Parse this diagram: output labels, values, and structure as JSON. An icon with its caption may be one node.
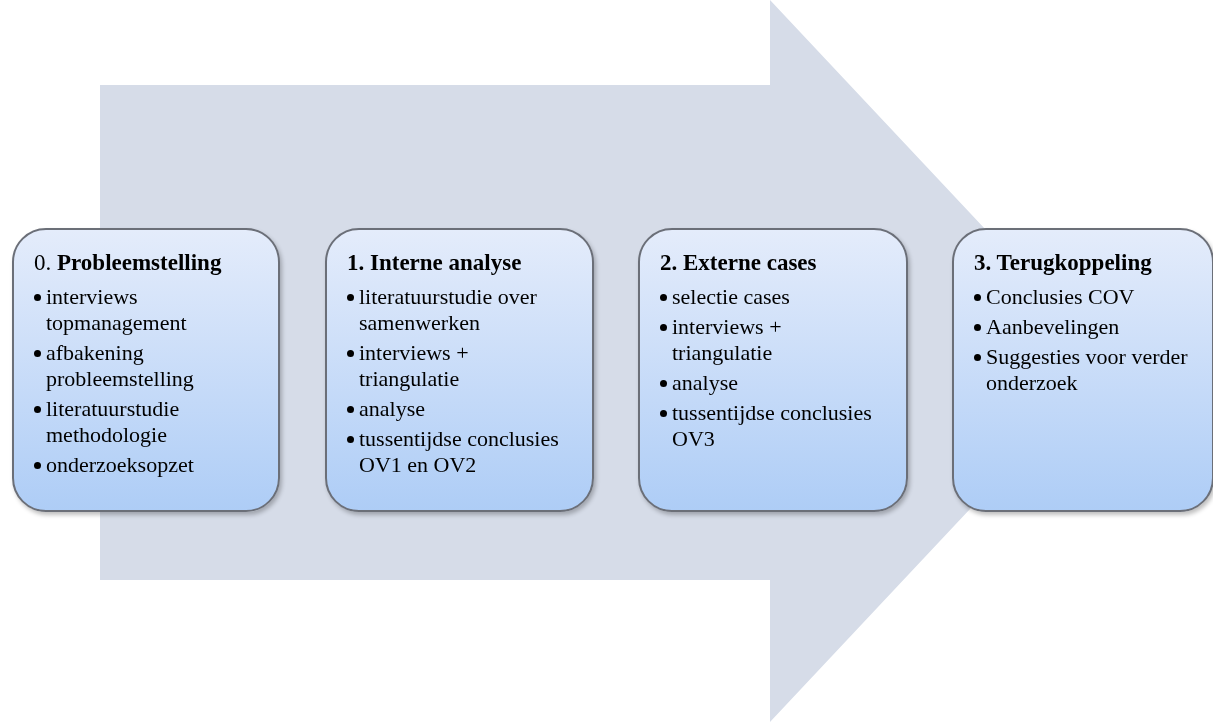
{
  "diagram": {
    "nodes": [
      {
        "text": [
          "0. **Probleemstelling**",
          "interviews topmanagement",
          "afbakening probleemstelling",
          "literatuurstudie methodologie",
          "onderzoeksopzet"
        ]
      },
      {
        "text": [
          "1. Interne analyse",
          "literatuurstudie over samenwerken",
          "interviews + triangulatie",
          "analyse",
          "tussentijdse conclusies OV1 en OV2"
        ]
      },
      {
        "text": [
          "2. Externe cases",
          "selectie cases",
          "interviews + triangulatie",
          "analyse",
          "tussentijdse conclusies OV3"
        ]
      },
      {
        "text": [
          "3. Terugkoppeling",
          "Conclusies COV",
          "Aanbevelingen",
          "Suggesties voor verder onderzoek"
        ]
      }
    ],
    "edges": [
      {
        "from": 0,
        "to": 3,
        "arrow": "to"
      }
    ]
  }
}
